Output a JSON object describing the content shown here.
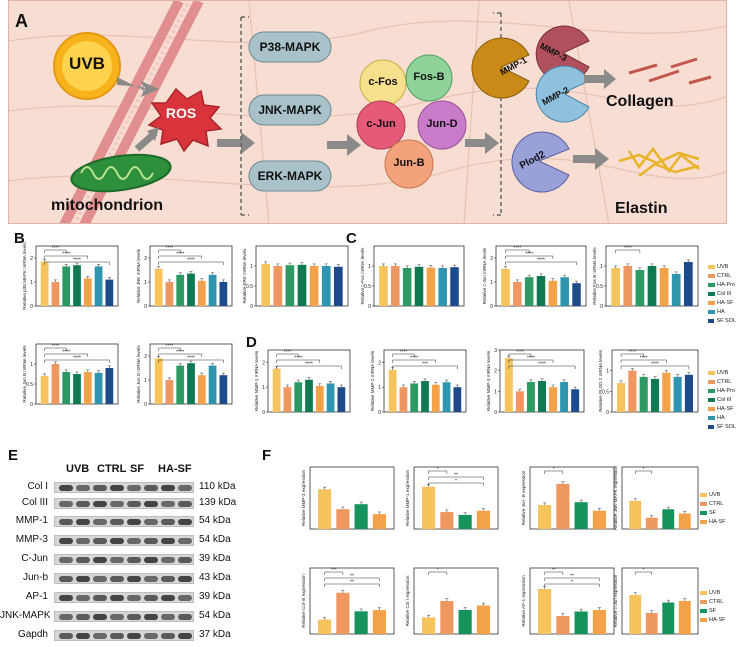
{
  "panel_letters": {
    "a": "A",
    "b": "B",
    "c": "C",
    "d": "D",
    "e": "E",
    "f": "F"
  },
  "schematic": {
    "uvb": "UVB",
    "ros": "ROS",
    "mito": "mitochondrion",
    "mapk": [
      "P38-MAPK",
      "JNK-MAPK",
      "ERK-MAPK"
    ],
    "ap1": [
      "c-Fos",
      "Fos-B",
      "c-Jun",
      "Jun-D",
      "Jun-B"
    ],
    "mmp": [
      "MMP-1",
      "MMP-3",
      "MMP-2"
    ],
    "plod": "Plod2",
    "collagen": "Collagen",
    "elastin": "Elastin",
    "colors": {
      "bg": "#f7ddd2",
      "ros": "#d9343b",
      "mapk": "#a9c2c9",
      "cfos": "#f6e08c",
      "fosb": "#8fd39a",
      "cjun": "#e55a78",
      "jund": "#c77bc8",
      "junb": "#f2a37b",
      "mmp1": "#c98a17",
      "mmp3": "#b0505c",
      "mmp2": "#8fc0de",
      "plod": "#9aa0d8"
    }
  },
  "series_colors": {
    "UVB": "#f6c35c",
    "CTRL": "#ef9761",
    "HA-Pro": "#2e9a63",
    "Col III": "#0f7a52",
    "HA-SF": "#f4a24a",
    "HA": "#2f95ae",
    "SF SOL": "#1d4a8b",
    "SF": "#15935c"
  },
  "legend_seven": [
    "UVB",
    "CTRL",
    "HA-Pro",
    "Col III",
    "HA-SF",
    "HA",
    "SF SOL"
  ],
  "legend_four": [
    "UVB",
    "CTRL",
    "SF",
    "HA-SF"
  ],
  "chart_data": [
    {
      "type": "bar",
      "panel": "B",
      "ylabel": "Relative p38 MAPK mRNA levels",
      "ylim": [
        0,
        2.5
      ],
      "yticks": [
        "0",
        "1",
        "2"
      ],
      "categories": [
        "UVB",
        "CTRL",
        "HA-Pro",
        "Col III",
        "HA-SF",
        "HA",
        "SF SOL"
      ],
      "values": [
        1.85,
        1.0,
        1.65,
        1.7,
        1.15,
        1.65,
        1.1
      ],
      "sig": [
        "****",
        "****",
        "****"
      ]
    },
    {
      "type": "bar",
      "panel": "B",
      "ylabel": "Relative JNK mRNA levels",
      "ylim": [
        0,
        2.5
      ],
      "yticks": [
        "0",
        "1",
        "2"
      ],
      "categories": [
        "UVB",
        "CTRL",
        "HA-Pro",
        "Col III",
        "HA-SF",
        "HA",
        "SF SOL"
      ],
      "values": [
        1.55,
        1.0,
        1.3,
        1.35,
        1.05,
        1.3,
        1.0
      ],
      "sig": [
        "****",
        "****",
        "****"
      ]
    },
    {
      "type": "bar",
      "panel": "B",
      "ylabel": "Relative ERK mRNA levels",
      "ylim": [
        0,
        1.5
      ],
      "yticks": [
        "0",
        "0.5",
        "1"
      ],
      "categories": [
        "UVB",
        "CTRL",
        "HA-Pro",
        "Col III",
        "HA-SF",
        "HA",
        "SF SOL"
      ],
      "values": [
        1.05,
        1.0,
        1.02,
        1.03,
        1.0,
        1.0,
        0.98
      ],
      "sig": []
    },
    {
      "type": "bar",
      "panel": "C",
      "ylabel": "Relative c-Fos mRNA levels",
      "ylim": [
        0,
        1.5
      ],
      "yticks": [
        "0",
        "0.5",
        "1"
      ],
      "categories": [
        "UVB",
        "CTRL",
        "HA-Pro",
        "Col III",
        "HA-SF",
        "HA",
        "SF SOL"
      ],
      "values": [
        1.0,
        1.0,
        0.95,
        0.98,
        0.96,
        0.95,
        0.97
      ],
      "sig": []
    },
    {
      "type": "bar",
      "panel": "C",
      "ylabel": "Relative c-Jun mRNA levels",
      "ylim": [
        0,
        2.5
      ],
      "yticks": [
        "0",
        "1",
        "2"
      ],
      "categories": [
        "UVB",
        "CTRL",
        "HA-Pro",
        "Col III",
        "HA-SF",
        "HA",
        "SF SOL"
      ],
      "values": [
        1.55,
        1.0,
        1.2,
        1.25,
        1.05,
        1.2,
        0.95
      ],
      "sig": [
        "****",
        "****",
        "****"
      ]
    },
    {
      "type": "bar",
      "panel": "C",
      "ylabel": "Relative Fos B mRNA levels",
      "ylim": [
        0,
        1.5
      ],
      "yticks": [
        "0",
        "0.5",
        "1"
      ],
      "categories": [
        "UVB",
        "CTRL",
        "HA-Pro",
        "Col III",
        "HA-SF",
        "HA",
        "SF SOL"
      ],
      "values": [
        0.95,
        1.0,
        0.9,
        1.0,
        0.95,
        0.8,
        1.1
      ],
      "sig": [
        "****"
      ]
    },
    {
      "type": "bar",
      "panel": "B",
      "ylabel": "Relative Jun B mRNA levels",
      "ylim": [
        0,
        1.5
      ],
      "yticks": [
        "0",
        "0.5",
        "1"
      ],
      "categories": [
        "UVB",
        "CTRL",
        "HA-Pro",
        "Col III",
        "HA-SF",
        "HA",
        "SF SOL"
      ],
      "values": [
        0.7,
        1.0,
        0.8,
        0.75,
        0.8,
        0.78,
        0.9
      ],
      "sig": [
        "****",
        "****",
        "****"
      ]
    },
    {
      "type": "bar",
      "panel": "B",
      "ylabel": "Relative Jun D mRNA levels",
      "ylim": [
        0,
        2.5
      ],
      "yticks": [
        "0",
        "1",
        "2"
      ],
      "categories": [
        "UVB",
        "CTRL",
        "HA-Pro",
        "Col III",
        "HA-SF",
        "HA",
        "SF SOL"
      ],
      "values": [
        1.9,
        1.0,
        1.6,
        1.7,
        1.2,
        1.6,
        1.2
      ],
      "sig": [
        "****",
        "****",
        "****"
      ]
    },
    {
      "type": "bar",
      "panel": "D",
      "ylabel": "Relative MMP-1 mRNA levels",
      "ylim": [
        0,
        2.5
      ],
      "yticks": [
        "0",
        "1",
        "2"
      ],
      "categories": [
        "UVB",
        "CTRL",
        "HA-Pro",
        "Col III",
        "HA-SF",
        "HA",
        "SF SOL"
      ],
      "values": [
        1.75,
        1.0,
        1.2,
        1.3,
        1.05,
        1.15,
        1.0
      ],
      "sig": [
        "****",
        "****",
        "****"
      ]
    },
    {
      "type": "bar",
      "panel": "D",
      "ylabel": "Relative MMP-2 mRNA levels",
      "ylim": [
        0,
        2.5
      ],
      "yticks": [
        "0",
        "1",
        "2"
      ],
      "categories": [
        "UVB",
        "CTRL",
        "HA-Pro",
        "Col III",
        "HA-SF",
        "HA",
        "SF SOL"
      ],
      "values": [
        1.7,
        1.0,
        1.15,
        1.25,
        1.1,
        1.2,
        1.0
      ],
      "sig": [
        "****",
        "****",
        "***"
      ]
    },
    {
      "type": "bar",
      "panel": "D",
      "ylabel": "Relative MMP-3 mRNA levels",
      "ylim": [
        0,
        3
      ],
      "yticks": [
        "0",
        "1",
        "2",
        "3"
      ],
      "categories": [
        "UVB",
        "CTRL",
        "HA-Pro",
        "Col III",
        "HA-SF",
        "HA",
        "SF SOL"
      ],
      "values": [
        2.6,
        1.0,
        1.45,
        1.5,
        1.2,
        1.45,
        1.1
      ],
      "sig": [
        "****",
        "****",
        "****"
      ]
    },
    {
      "type": "bar",
      "panel": "D",
      "ylabel": "Relative PLOD 2 mRNA levels",
      "ylim": [
        0,
        1.5
      ],
      "yticks": [
        "0",
        "0.5",
        "1"
      ],
      "categories": [
        "UVB",
        "CTRL",
        "HA-Pro",
        "Col III",
        "HA-SF",
        "HA",
        "SF SOL"
      ],
      "values": [
        0.7,
        1.0,
        0.85,
        0.8,
        0.95,
        0.85,
        0.9
      ],
      "sig": [
        "****",
        "****",
        "****"
      ]
    },
    {
      "type": "bar",
      "panel": "F",
      "ylabel": "Relative MMP-3 expression",
      "ylim": [
        0,
        2.5
      ],
      "yticks": [],
      "categories": [
        "UVB",
        "CTRL",
        "SF",
        "HA-SF"
      ],
      "values": [
        1.6,
        0.8,
        1.0,
        0.6
      ],
      "sig": []
    },
    {
      "type": "bar",
      "panel": "F",
      "ylabel": "Relative MMP-1 expression",
      "ylim": [
        0,
        2.2
      ],
      "yticks": [],
      "categories": [
        "UVB",
        "CTRL",
        "SF",
        "HA-SF"
      ],
      "values": [
        1.5,
        0.6,
        0.5,
        0.65
      ],
      "sig": [
        "*",
        "**",
        "*"
      ]
    },
    {
      "type": "bar",
      "panel": "F",
      "ylabel": "Relative Jun- B expression",
      "ylim": [
        0,
        2.2
      ],
      "yticks": [],
      "categories": [
        "UVB",
        "CTRL",
        "SF",
        "HA-SF"
      ],
      "values": [
        0.85,
        1.6,
        0.95,
        0.65
      ],
      "sig": [
        "*"
      ]
    },
    {
      "type": "bar",
      "panel": "F",
      "ylabel": "Relative JNK-MAPK expression",
      "ylim": [
        0,
        2.2
      ],
      "yticks": [],
      "categories": [
        "UVB",
        "CTRL",
        "SF",
        "HA-SF"
      ],
      "values": [
        1.0,
        0.4,
        0.7,
        0.55
      ],
      "sig": [
        "*"
      ]
    },
    {
      "type": "bar",
      "panel": "F",
      "ylabel": "Relative Col-III expression",
      "ylim": [
        0,
        1.6
      ],
      "yticks": [],
      "categories": [
        "UVB",
        "CTRL",
        "SF",
        "HA-SF"
      ],
      "values": [
        0.35,
        1.0,
        0.55,
        0.58
      ],
      "sig": [
        "***",
        "**",
        "**"
      ]
    },
    {
      "type": "bar",
      "panel": "F",
      "ylabel": "Relative Col I expression",
      "ylim": [
        0,
        2.2
      ],
      "yticks": [],
      "categories": [
        "UVB",
        "CTRL",
        "SF",
        "HA-SF"
      ],
      "values": [
        0.55,
        1.1,
        0.8,
        0.95
      ],
      "sig": [
        "*"
      ]
    },
    {
      "type": "bar",
      "panel": "F",
      "ylabel": "Relative AP-1 expression",
      "ylim": [
        0,
        2.2
      ],
      "yticks": [],
      "categories": [
        "UVB",
        "CTRL",
        "SF",
        "HA-SF"
      ],
      "values": [
        1.5,
        0.6,
        0.75,
        0.8
      ],
      "sig": [
        "**",
        "**",
        "*"
      ]
    },
    {
      "type": "bar",
      "panel": "F",
      "ylabel": "Relative c-Jun expression",
      "ylim": [
        0,
        2.2
      ],
      "yticks": [],
      "categories": [
        "UVB",
        "CTRL",
        "SF",
        "HA-SF"
      ],
      "values": [
        1.3,
        0.7,
        1.05,
        1.1
      ],
      "sig": [
        "*"
      ]
    }
  ],
  "western": {
    "headers": [
      "UVB",
      "CTRL",
      "SF",
      "HA-SF"
    ],
    "rows": [
      {
        "name": "Col I",
        "kda": "110 kDa"
      },
      {
        "name": "Col III",
        "kda": "139 kDa"
      },
      {
        "name": "MMP-1",
        "kda": "54 kDa"
      },
      {
        "name": "MMP-3",
        "kda": "54 kDa"
      },
      {
        "name": "C-Jun",
        "kda": "39 kDa"
      },
      {
        "name": "Jun-b",
        "kda": "43 kDa"
      },
      {
        "name": "AP-1",
        "kda": "39 kDa"
      },
      {
        "name": "JNK-MAPK",
        "kda": "54 kDa"
      },
      {
        "name": "Gapdh",
        "kda": "37 kDa"
      }
    ]
  }
}
